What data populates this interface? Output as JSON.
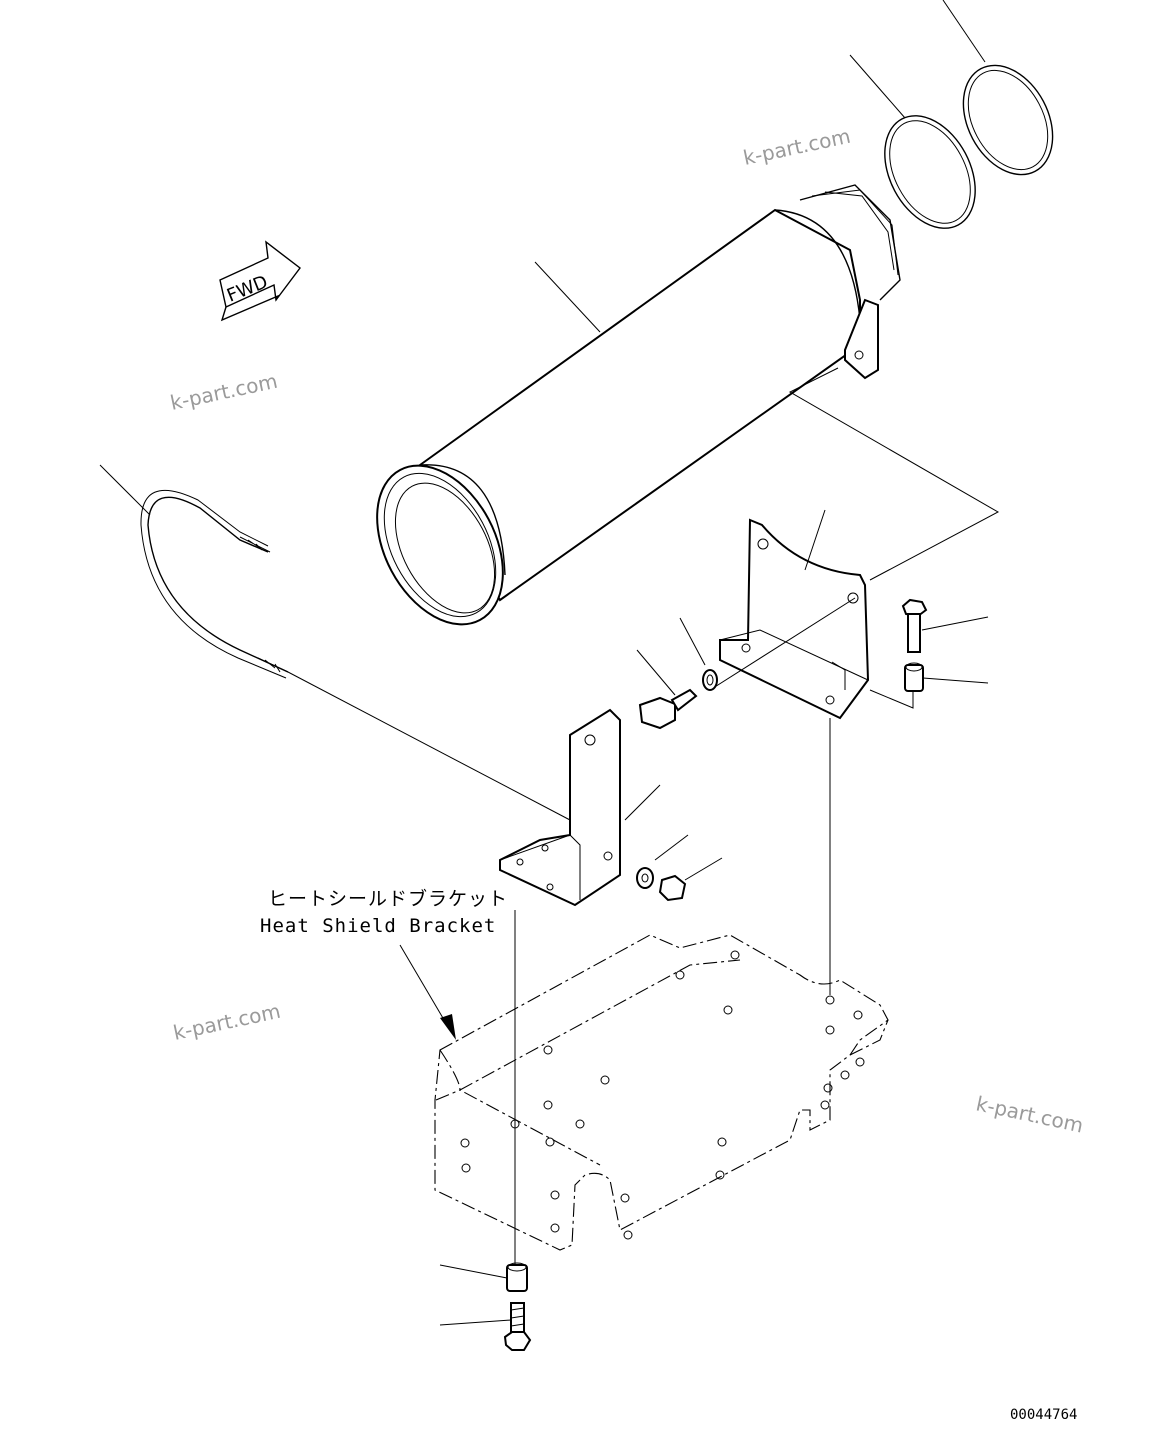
{
  "labels": {
    "heat_shield_bracket_jp": "ヒートシールドブラケット",
    "heat_shield_bracket_en": "Heat Shield Bracket",
    "fwd": "FWD",
    "drawing_number": "00044764"
  },
  "watermarks": [
    "k-part.com",
    "k-part.com",
    "k-part.com",
    "k-part.com"
  ]
}
